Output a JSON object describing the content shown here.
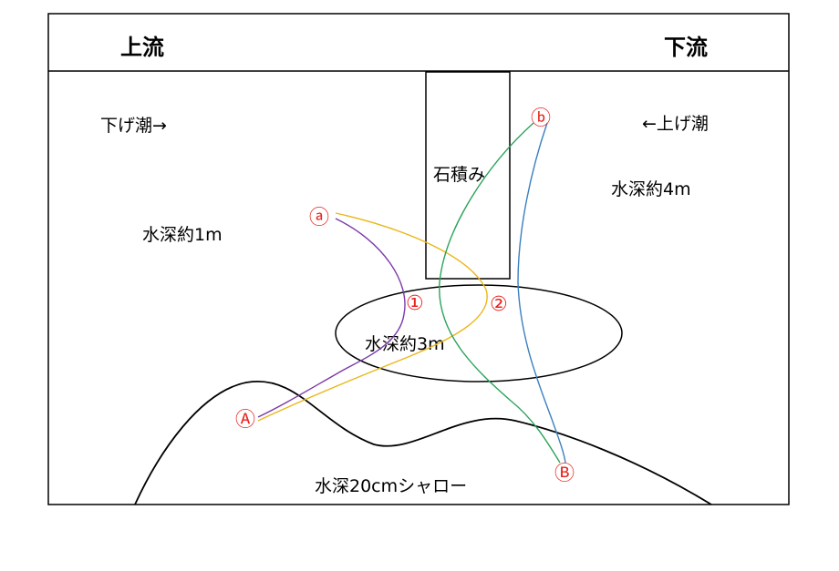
{
  "header": {
    "upstream": "上流",
    "downstream": "下流"
  },
  "labels": {
    "ebb_tide": "下げ潮→",
    "flood_tide": "←上げ潮",
    "depth_1m": "水深約1m",
    "depth_4m": "水深約4m",
    "depth_3m": "水深約3m",
    "stone_wall": "石積み",
    "shallow": "水深20cmシャロー"
  },
  "markers": {
    "a": "ⓐ",
    "b": "ⓑ",
    "A": "Ⓐ",
    "B": "Ⓑ",
    "n1": "①",
    "n2": "②"
  },
  "colors": {
    "marker_red": "#e8231e",
    "purple_path": "#7a3aa8",
    "yellow_path": "#eab71a",
    "green_path": "#2aa35a",
    "blue_path": "#3a7fc1",
    "outline": "#000000"
  }
}
